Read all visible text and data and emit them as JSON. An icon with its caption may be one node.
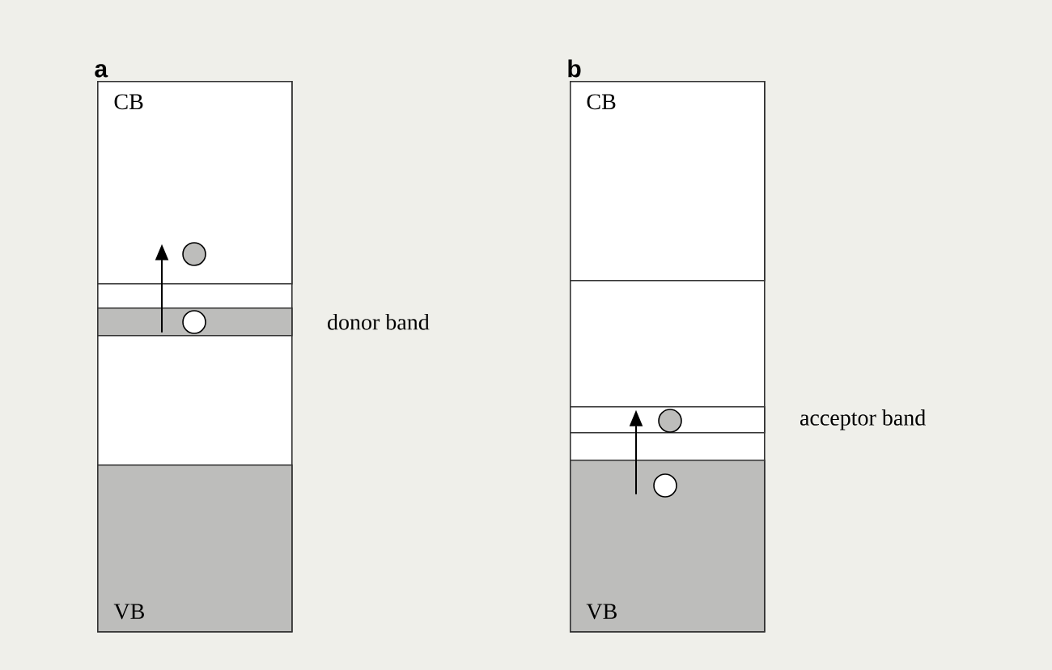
{
  "diagram": {
    "nodes": [
      {
        "text": [
          "a"
        ]
      },
      {
        "text": [
          "CB"
        ],
        "in": 0
      },
      {
        "text": [],
        "shape": "bar",
        "in": 0,
        "beside": [
          "donor band"
        ]
      },
      {
        "text": [
          "VB"
        ],
        "in": 0
      },
      {
        "text": [
          "b"
        ]
      },
      {
        "text": [
          "CB"
        ],
        "in": 4
      },
      {
        "text": [],
        "shape": "bar",
        "in": 4,
        "beside": [
          "acceptor band"
        ]
      },
      {
        "text": [
          "VB"
        ],
        "in": 4
      }
    ],
    "edges": [
      {
        "from": 2,
        "to": 1,
        "arrow": "to"
      },
      {
        "from": 7,
        "to": 6,
        "arrow": "to"
      }
    ]
  }
}
